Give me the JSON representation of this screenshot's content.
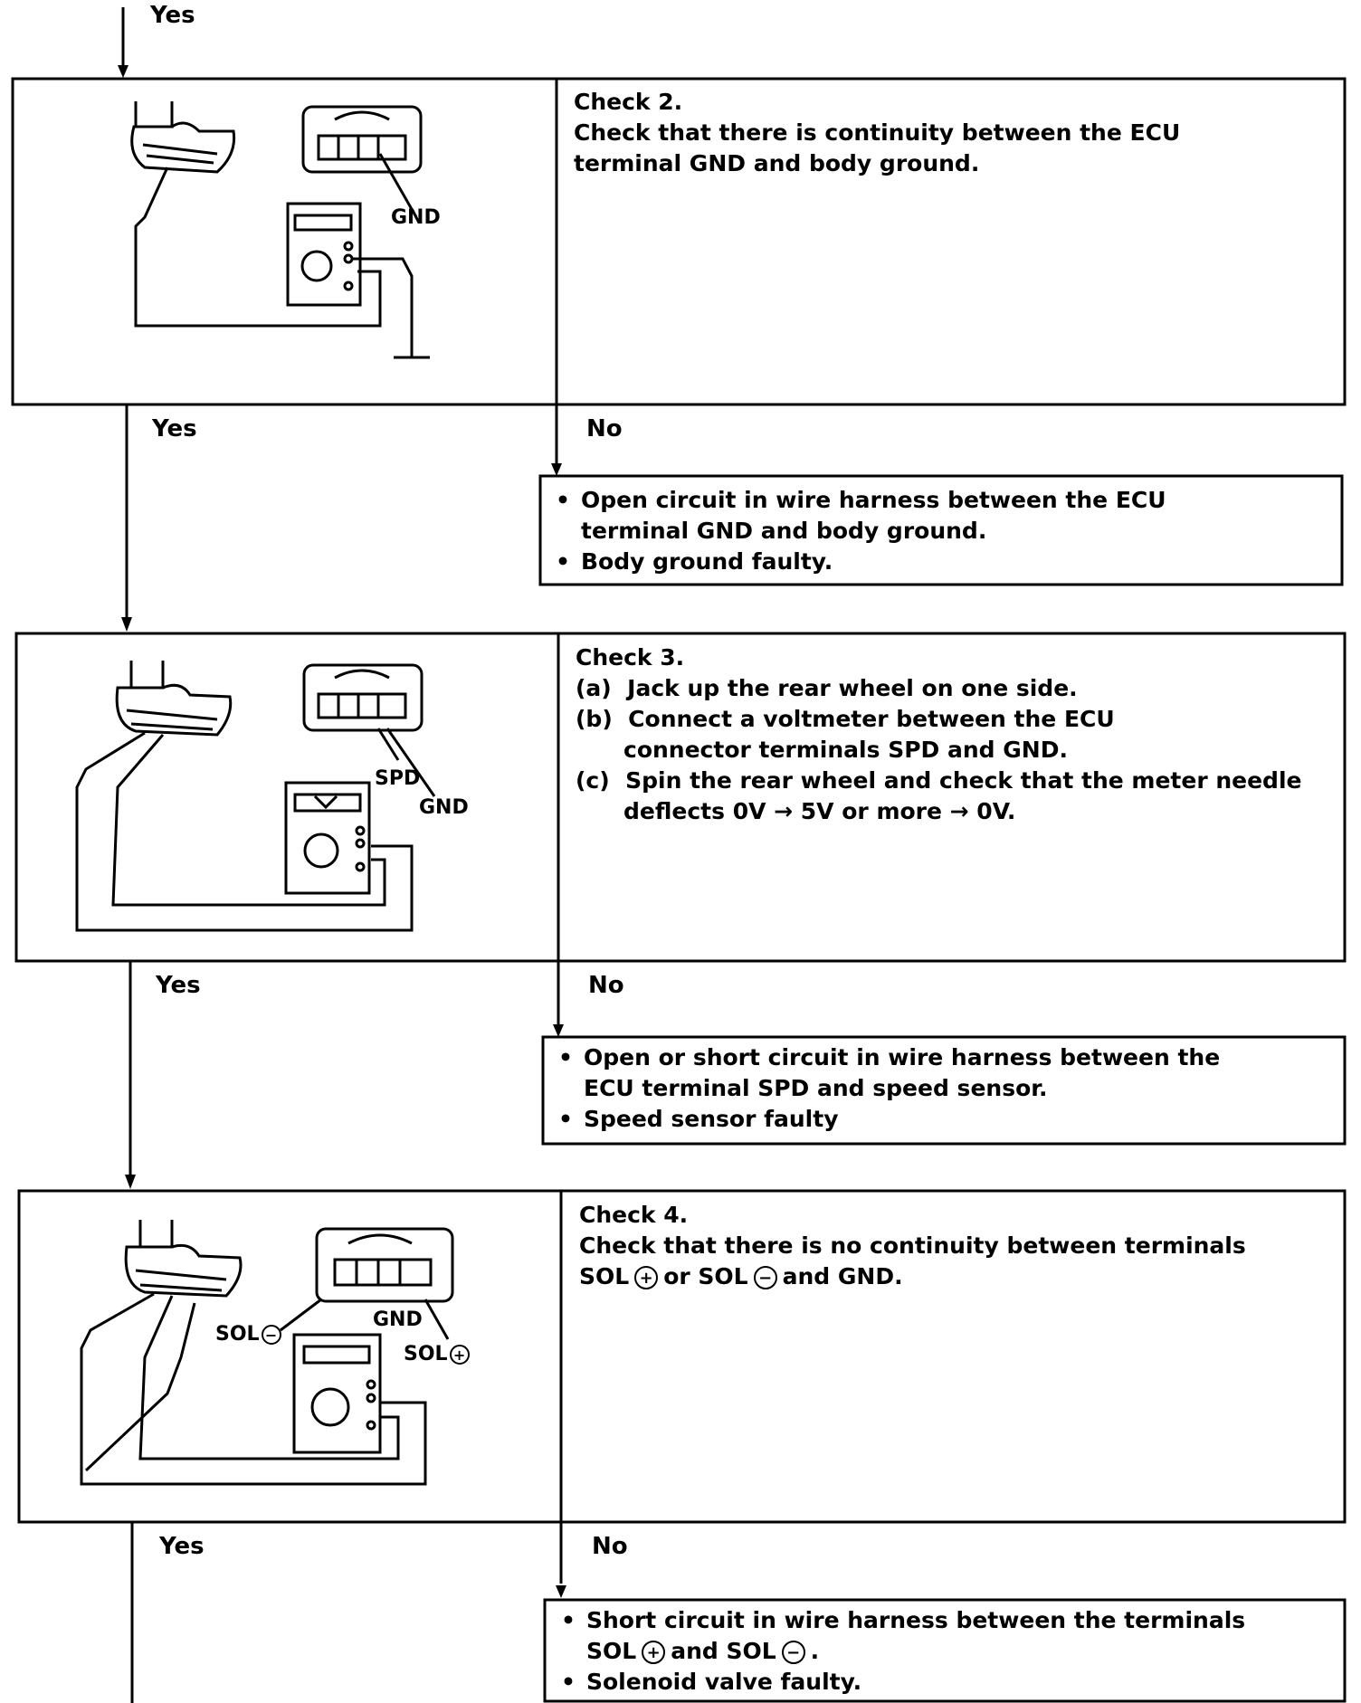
{
  "flow": {
    "top_yes": "Yes",
    "steps": [
      {
        "title": "Check 2.",
        "text_lines": [
          "Check that there is continuity between the ECU",
          "terminal GND and body ground."
        ],
        "labels": [
          "GND"
        ],
        "yes_label": "Yes",
        "no_label": "No",
        "no_result_lines": [
          {
            "bullet": true,
            "text": "Open circuit in wire harness between the ECU"
          },
          {
            "bullet": false,
            "text": "terminal GND and body ground."
          },
          {
            "bullet": true,
            "text": "Body ground faulty."
          }
        ]
      },
      {
        "title": "Check 3.",
        "items": [
          {
            "marker": "(a)",
            "lines": [
              "Jack up the rear wheel on one side."
            ]
          },
          {
            "marker": "(b)",
            "lines": [
              "Connect a voltmeter between the ECU",
              "connector terminals SPD and GND."
            ]
          },
          {
            "marker": "(c)",
            "lines": [
              "Spin the rear wheel and check that the meter needle",
              "deflects 0V → 5V or more → 0V."
            ]
          }
        ],
        "labels": [
          "SPD",
          "GND"
        ],
        "yes_label": "Yes",
        "no_label": "No",
        "no_result_lines": [
          {
            "bullet": true,
            "text": "Open or short circuit in wire harness between the"
          },
          {
            "bullet": false,
            "text": "ECU terminal SPD and speed sensor."
          },
          {
            "bullet": true,
            "text": "Speed sensor faulty"
          }
        ]
      },
      {
        "title": "Check 4.",
        "text_lines": [
          "Check that there is no continuity between terminals"
        ],
        "text_parts": [
          "SOL",
          "+",
          "or SOL",
          "−",
          "and GND."
        ],
        "labels": [
          "SOL",
          "GND",
          "SOL"
        ],
        "signs": [
          "−",
          "+"
        ],
        "yes_label": "Yes",
        "no_label": "No",
        "no_result_line1": "Short circuit in wire harness between the terminals",
        "no_result_parts": [
          "SOL",
          "+",
          "and SOL",
          "−",
          "."
        ],
        "no_result_last": "Solenoid valve faulty."
      }
    ]
  }
}
